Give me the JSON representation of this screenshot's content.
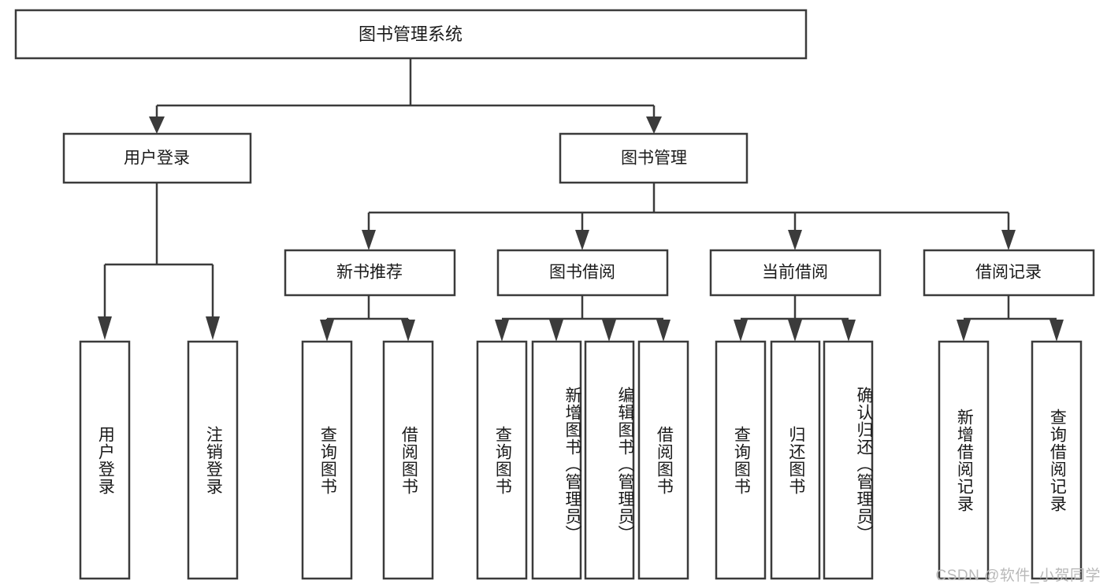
{
  "diagram": {
    "type": "tree-hierarchy-chart",
    "title": "图书管理系统",
    "watermark": "CSDN @软件_小贺同学",
    "colors": {
      "stroke": "#3b3b3b",
      "fill": "#ffffff",
      "text": "#1a1a1a",
      "watermark": "#b9b9b9",
      "background": "#ffffff"
    },
    "levels": [
      {
        "level": 1,
        "nodes": [
          {
            "id": "root",
            "label": "图书管理系统",
            "orientation": "horizontal"
          }
        ]
      },
      {
        "level": 2,
        "nodes": [
          {
            "id": "user-login",
            "label": "用户登录",
            "orientation": "horizontal",
            "parent": "root"
          },
          {
            "id": "book-manage",
            "label": "图书管理",
            "orientation": "horizontal",
            "parent": "root"
          }
        ]
      },
      {
        "level": 3,
        "nodes": [
          {
            "id": "new-book-recommend",
            "label": "新书推荐",
            "orientation": "horizontal",
            "parent": "book-manage"
          },
          {
            "id": "book-borrow",
            "label": "图书借阅",
            "orientation": "horizontal",
            "parent": "book-manage"
          },
          {
            "id": "current-borrow",
            "label": "当前借阅",
            "orientation": "horizontal",
            "parent": "book-manage"
          },
          {
            "id": "borrow-record",
            "label": "借阅记录",
            "orientation": "horizontal",
            "parent": "book-manage"
          }
        ]
      },
      {
        "level": 4,
        "nodes": [
          {
            "id": "leaf-user-login",
            "label": "用户登录",
            "orientation": "vertical",
            "parent": "user-login"
          },
          {
            "id": "leaf-user-logout",
            "label": "注销登录",
            "orientation": "vertical",
            "parent": "user-login"
          },
          {
            "id": "leaf-query-book-1",
            "label": "查询图书",
            "orientation": "vertical",
            "parent": "new-book-recommend"
          },
          {
            "id": "leaf-borrow-book-1",
            "label": "借阅图书",
            "orientation": "vertical",
            "parent": "new-book-recommend"
          },
          {
            "id": "leaf-query-book-2",
            "label": "查询图书",
            "orientation": "vertical",
            "parent": "book-borrow"
          },
          {
            "id": "leaf-add-book",
            "label": "新增图书（管理员）",
            "orientation": "vertical",
            "parent": "book-borrow"
          },
          {
            "id": "leaf-edit-book",
            "label": "编辑图书（管理员）",
            "orientation": "vertical",
            "parent": "book-borrow"
          },
          {
            "id": "leaf-borrow-book-2",
            "label": "借阅图书",
            "orientation": "vertical",
            "parent": "book-borrow"
          },
          {
            "id": "leaf-query-book-3",
            "label": "查询图书",
            "orientation": "vertical",
            "parent": "current-borrow"
          },
          {
            "id": "leaf-return-book",
            "label": "归还图书",
            "orientation": "vertical",
            "parent": "current-borrow"
          },
          {
            "id": "leaf-confirm-return",
            "label": "确认归还（管理员）",
            "orientation": "vertical",
            "parent": "current-borrow"
          },
          {
            "id": "leaf-add-record",
            "label": "新增借阅记录",
            "orientation": "vertical",
            "parent": "borrow-record"
          },
          {
            "id": "leaf-query-record",
            "label": "查询借阅记录",
            "orientation": "vertical",
            "parent": "borrow-record"
          }
        ]
      }
    ]
  }
}
